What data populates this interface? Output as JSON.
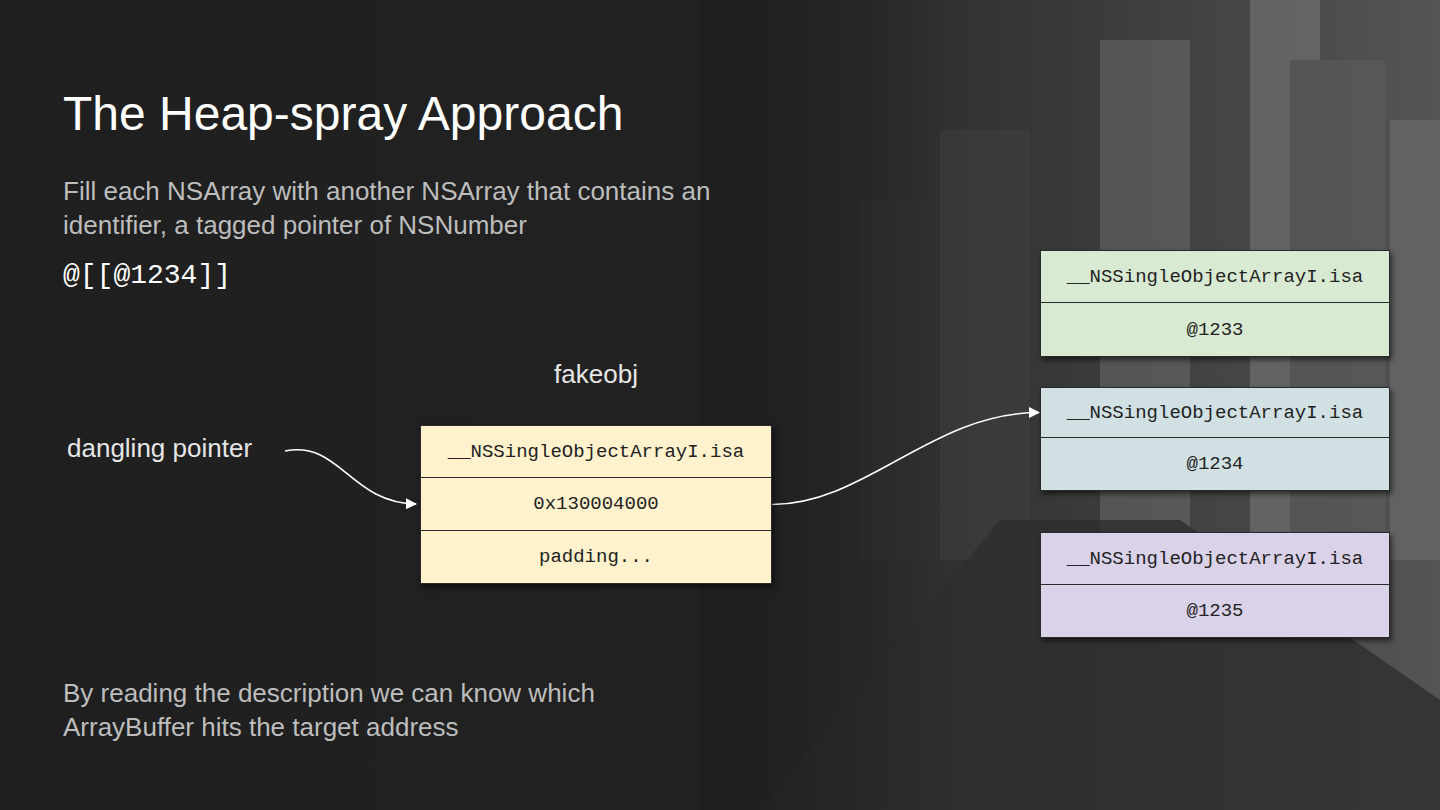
{
  "diagram": {
    "title": "The Heap-spray Approach",
    "caption": "By reading the description we can know which ArrayBuffer hits the target address",
    "nodes": [
      {
        "text": [
          "fakeobj",
          "__NSSingleObjectArrayI.isa",
          "0x130004000",
          "padding..."
        ]
      },
      {
        "text": [
          "__NSSingleObjectArrayI.isa",
          "@1233"
        ]
      },
      {
        "text": [
          "__NSSingleObjectArrayI.isa",
          "@1234"
        ]
      },
      {
        "text": [
          "__NSSingleObjectArrayI.isa",
          "@1235"
        ]
      }
    ],
    "edges": [
      {
        "from": 0,
        "to": 2,
        "arrow": "to"
      }
    ],
    "labels": [
      "Fill each NSArray with another NSArray that contains an identifier, a tagged pointer of NSNumber",
      "@[[@1234]]",
      "dangling pointer"
    ]
  }
}
